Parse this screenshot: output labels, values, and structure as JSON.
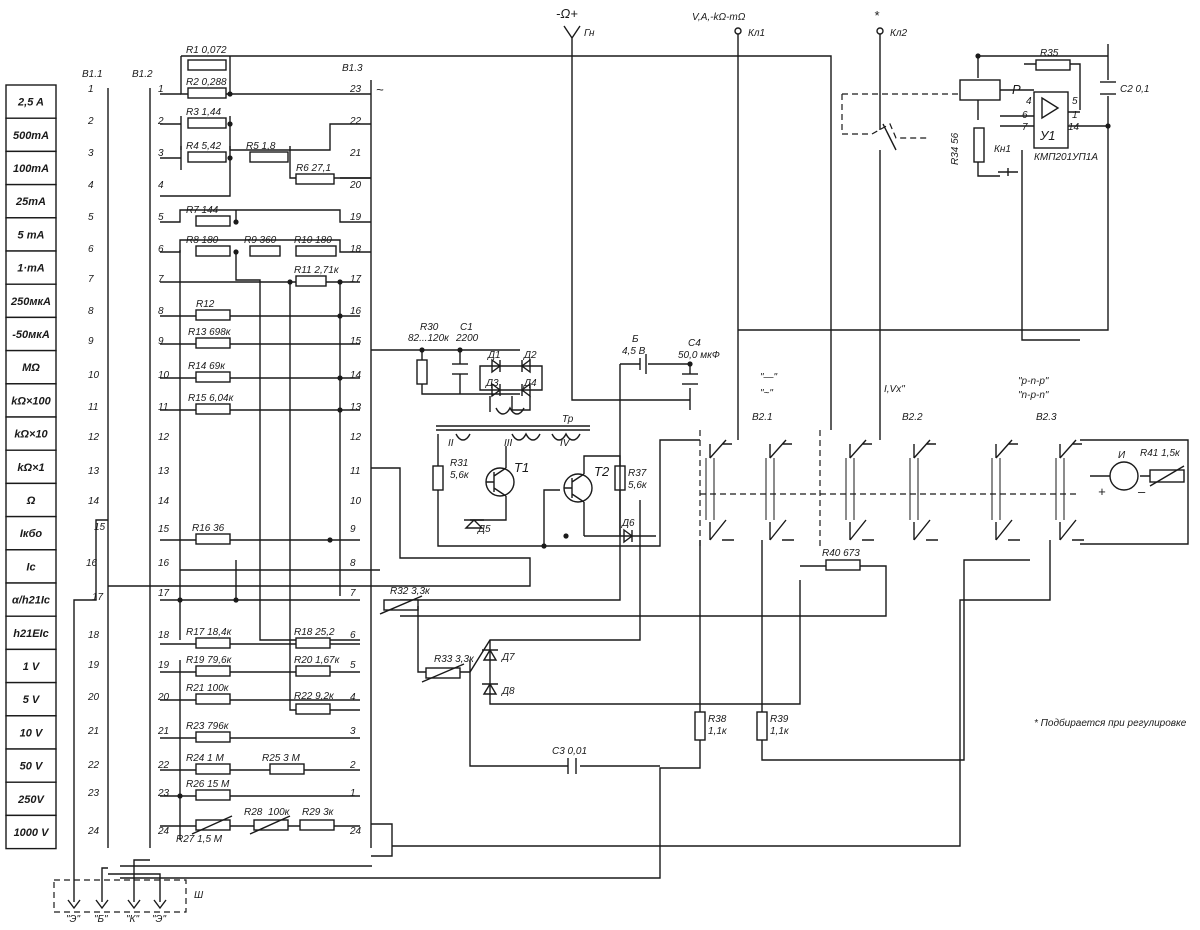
{
  "terminals": {
    "gn": {
      "mark": "-Ω+",
      "name": "Гн"
    },
    "kn1": {
      "mark": "V,A,-kΩ-mΩ",
      "name": "Кл1"
    },
    "kn2": {
      "mark": "*",
      "name": "Кл2"
    }
  },
  "switch_labels": {
    "b11": "В1.1",
    "b12": "В1.2",
    "b13": "В1.3",
    "b21": "В2.1",
    "b22": "В2.2",
    "b23": "В2.3",
    "tilde": "~"
  },
  "ranges": [
    "2,5 A",
    "500mA",
    "100mA",
    "25mA",
    "5 mA",
    "1·mA",
    "250мкА",
    "-50мкА",
    "MΩ",
    "kΩ×100",
    "kΩ×10",
    "kΩ×1",
    "Ω",
    "Iкбо",
    "Iс",
    "α/h21Ic",
    "h21EIc",
    "1 V",
    "5 V",
    "10 V",
    "50 V",
    "250V",
    "1000 V"
  ],
  "positions": [
    "1",
    "2",
    "3",
    "4",
    "5",
    "6",
    "7",
    "8",
    "9",
    "10",
    "11",
    "12",
    "13",
    "14",
    "15",
    "16",
    "17",
    "18",
    "19",
    "20",
    "21",
    "22",
    "23",
    "24"
  ],
  "b13_positions": [
    "23",
    "22",
    "21",
    "20",
    "19",
    "18",
    "17",
    "16",
    "15",
    "14",
    "13",
    "12",
    "11",
    "10",
    "9",
    "8",
    "7",
    "6",
    "5",
    "4",
    "3",
    "2",
    "1",
    "24"
  ],
  "resistors": {
    "r1": "R1 0,072",
    "r2": "R2 0,288",
    "r3": "R3 1,44",
    "r4": "R4 5,42",
    "r5": "R5  1,8",
    "r6": "R6  27,1",
    "r7": "R7  144",
    "r8": "R8  180",
    "r9": "R9  360",
    "r10": "R10  180",
    "r11": "R11  2,71к",
    "r12": "R12",
    "r13": "R13  698к",
    "r14": "R14  69к",
    "r15": "R15  6,04к",
    "r16": "R16  36",
    "r17": "R17  18,4к",
    "r18": "R18  25,2",
    "r19": "R19  79,6к",
    "r20": "R20  1,67к",
    "r21": "R21  100к",
    "r22": "R22  9,2к",
    "r23": "R23  796к",
    "r24": "R24   1 М",
    "r25": "R25   3 М",
    "r26": "R26  15 М",
    "r27": "R27  1,5 М",
    "r28": "R28",
    "r28v": "100к",
    "r29": "R29   3к",
    "r30a": "R30",
    "r30b": "82...120к",
    "r31a": "R31",
    "r31b": "5,6к",
    "r32": "R32  3,3к",
    "r33": "R33  3,3к",
    "r34": "R34  56",
    "r35": "R35",
    "r37a": "R37",
    "r37b": "5,6к",
    "r38a": "R38",
    "r38b": "1,1к",
    "r39a": "R39",
    "r39b": "1,1к",
    "r40": "R40  673",
    "r41": "R41  1,5к"
  },
  "capacitors": {
    "c1a": "C1",
    "c1b": "2200",
    "c2": "C2  0,1",
    "c3": "C3  0,01",
    "c4a": "C4",
    "c4b": "50,0 мкФ"
  },
  "semis": {
    "d1": "Д1",
    "d2": "Д2",
    "d3": "Д3",
    "d4": "Д4",
    "d5": "Д5",
    "d6": "Д6",
    "d7": "Д7",
    "d8": "Д8",
    "t1": "Т1",
    "t2": "Т2",
    "tr": "Тр",
    "tr2": "II",
    "tr3": "III",
    "tr4": "IV",
    "y1": "У1",
    "chip": "КМП201УП1А",
    "rel": "Р",
    "kn1": "Кн1"
  },
  "battery": {
    "name": "Б",
    "voltage": "4,5 В"
  },
  "meter": {
    "name": "И",
    "plus": "+",
    "minus": "–"
  },
  "mode_labels": {
    "dc_ac": "\"—\"",
    "ac": "\"~\"",
    "ry": "I,Vх\"",
    "pnp": "\"p-n-p\"",
    "npn": "\"n-p-n\""
  },
  "connector": {
    "name": "Ш",
    "pins": [
      "\"Э\"",
      "\"Б\"",
      "\"К\"",
      "\"Э\""
    ]
  },
  "note": "* Подбирается при регулировке",
  "colors": {
    "ink": "#1a1a1a",
    "paper": "#ffffff"
  }
}
